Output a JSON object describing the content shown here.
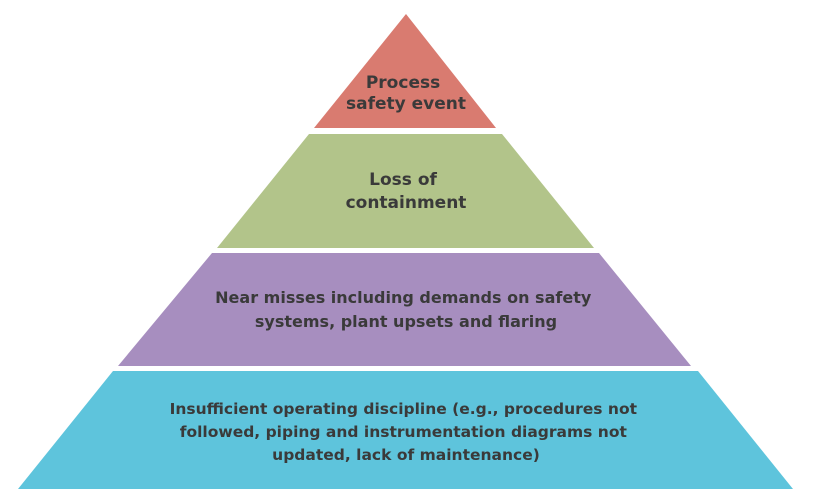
{
  "diagram": {
    "tiers": [
      {
        "lines": [
          "Process",
          "safety event"
        ],
        "color": "#d97b70"
      },
      {
        "lines": [
          "Loss of",
          "containment"
        ],
        "color": "#b2c48a"
      },
      {
        "lines": [
          "Near misses including demands on safety",
          "systems, plant upsets and flaring"
        ],
        "color": "#a78ebf"
      },
      {
        "lines": [
          "Insufficient operating discipline (e.g., procedures not",
          "followed, piping and instrumentation diagrams not",
          "updated, lack of maintenance)"
        ],
        "color": "#5ec4dc"
      }
    ]
  }
}
